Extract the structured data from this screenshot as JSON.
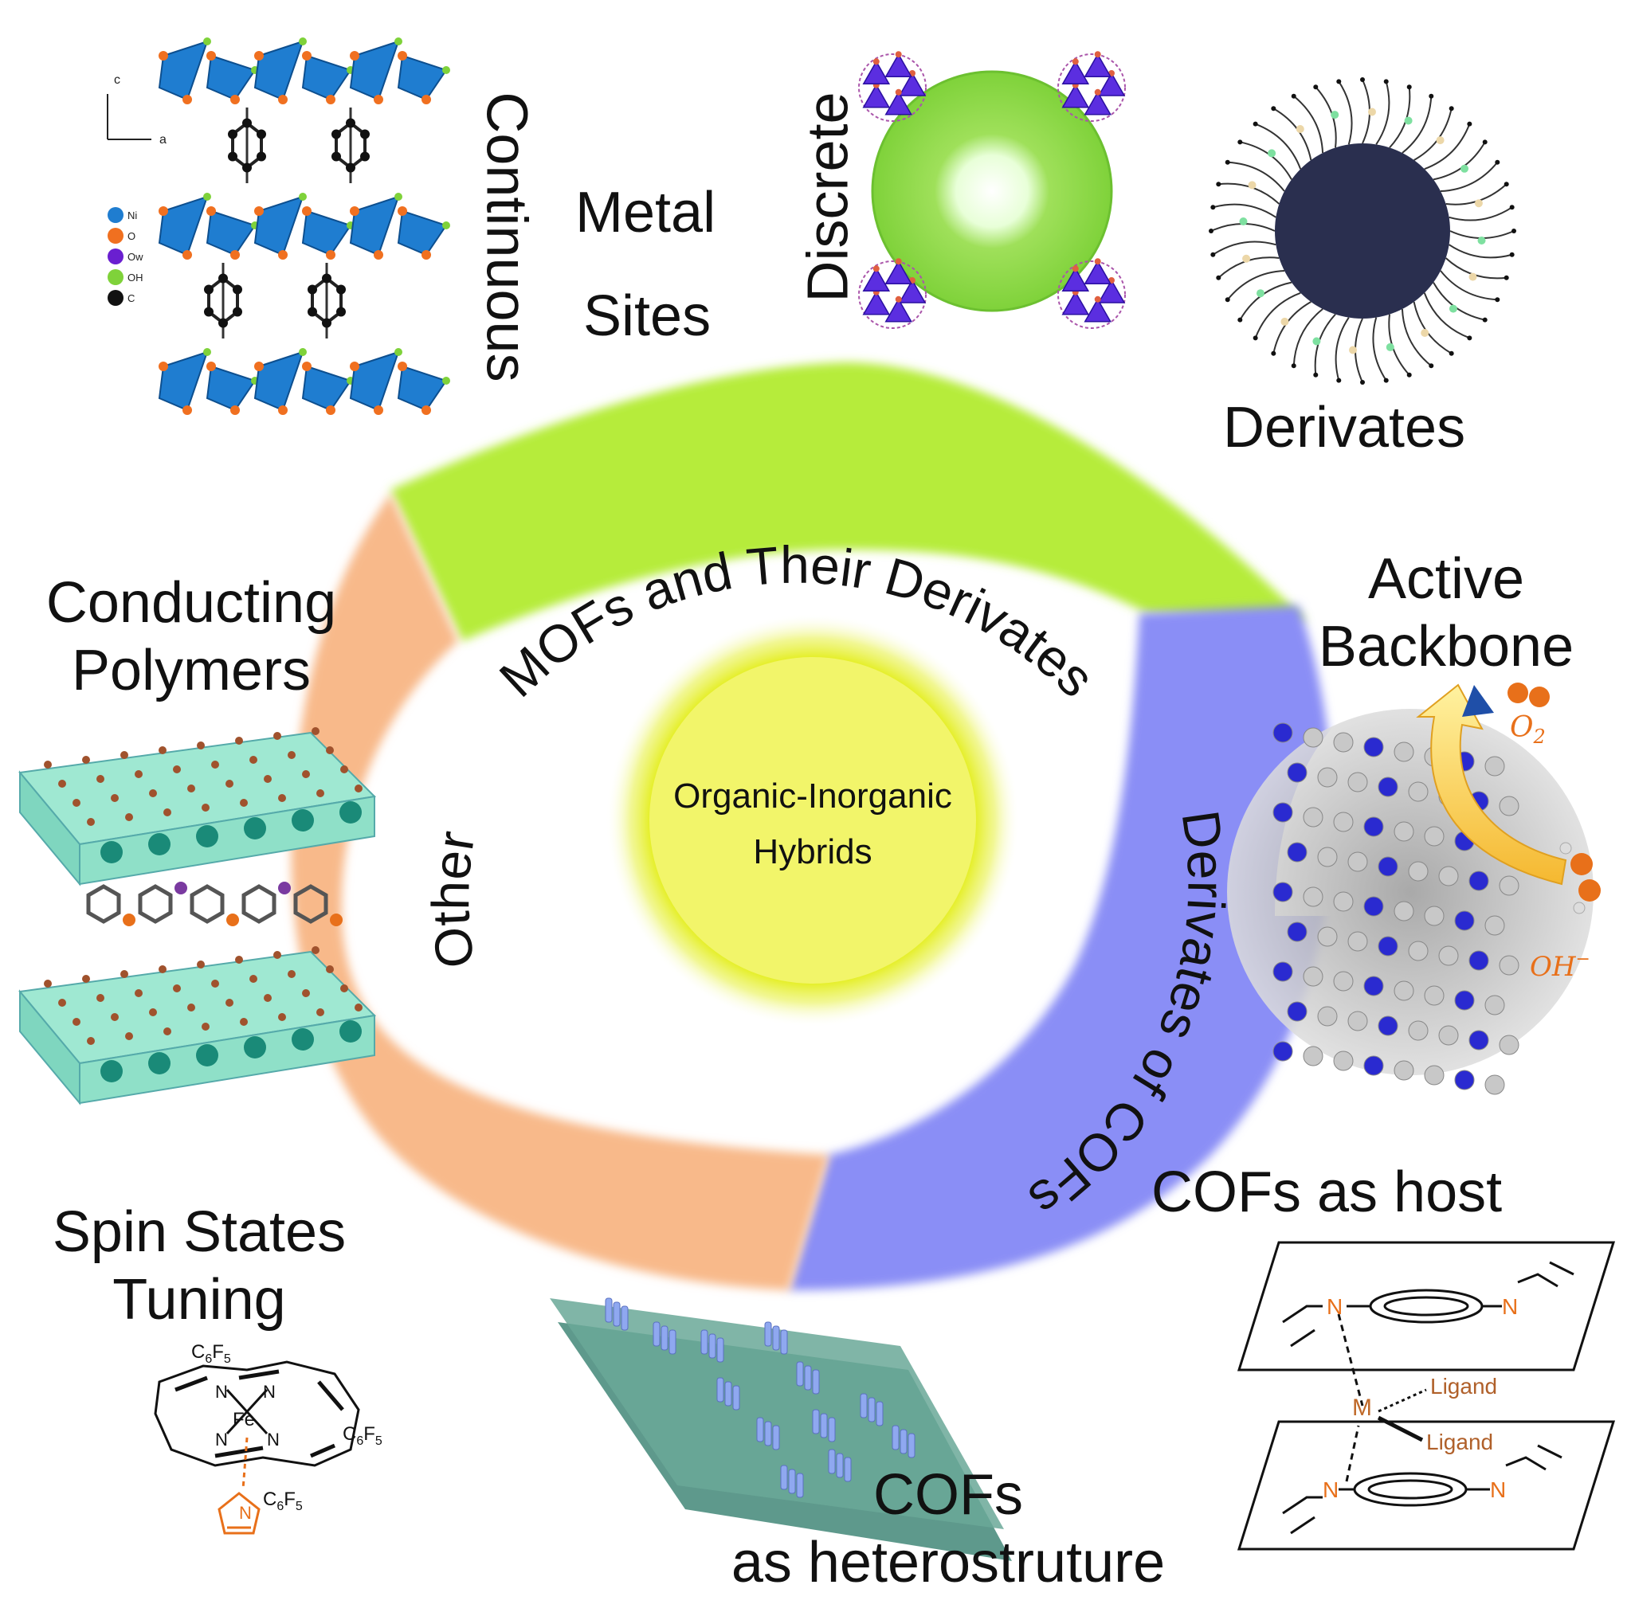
{
  "hub": {
    "line1": "Organic-Inorganic",
    "line2": "Hybrids"
  },
  "ring": {
    "mofs": "MOFs and Their Derivates",
    "cofs": "Derivates of COFs",
    "other": "Other"
  },
  "labels": {
    "continuous": "Continuous",
    "metal": "Metal",
    "sites": "Sites",
    "discrete": "Discrete",
    "derivates": "Derivates",
    "conducting": "Conducting",
    "polymers": "Polymers",
    "active": "Active",
    "backbone": "Backbone",
    "spin1": "Spin States",
    "spin2": "Tuning",
    "host": "COFs as host",
    "hetero1": "COFs",
    "hetero2": "as heterostruture"
  },
  "small_text": {
    "axis_c": "c",
    "axis_a": "a",
    "legend": [
      "Ni",
      "O",
      "Ow",
      "OH",
      "C"
    ],
    "o2": "O",
    "o2_sub": "2",
    "oh": "OH",
    "oh_sup": "−",
    "porph_c6f5": "C",
    "porph_6": "6",
    "porph_f": "F",
    "porph_5": "5",
    "porph_n": "N",
    "porph_fe": "Fe",
    "host_n": "N",
    "host_m": "M",
    "host_ligand": "Ligand"
  },
  "colors": {
    "green": "#b6ec3a",
    "orange": "#f8b98a",
    "blue": "#8a8ef6",
    "hub_yellow": "#f2f56a",
    "hub_outer": "#e6ee2a",
    "mof_blue": "#1f7dd0",
    "mof_orange": "#f07020",
    "mof_green": "#7fd23a",
    "cof_blue": "#2a2ad0",
    "cof_arrow": "#f5c84a",
    "accent_orange": "#e8701a",
    "sheet_green": "#4d8e80"
  }
}
